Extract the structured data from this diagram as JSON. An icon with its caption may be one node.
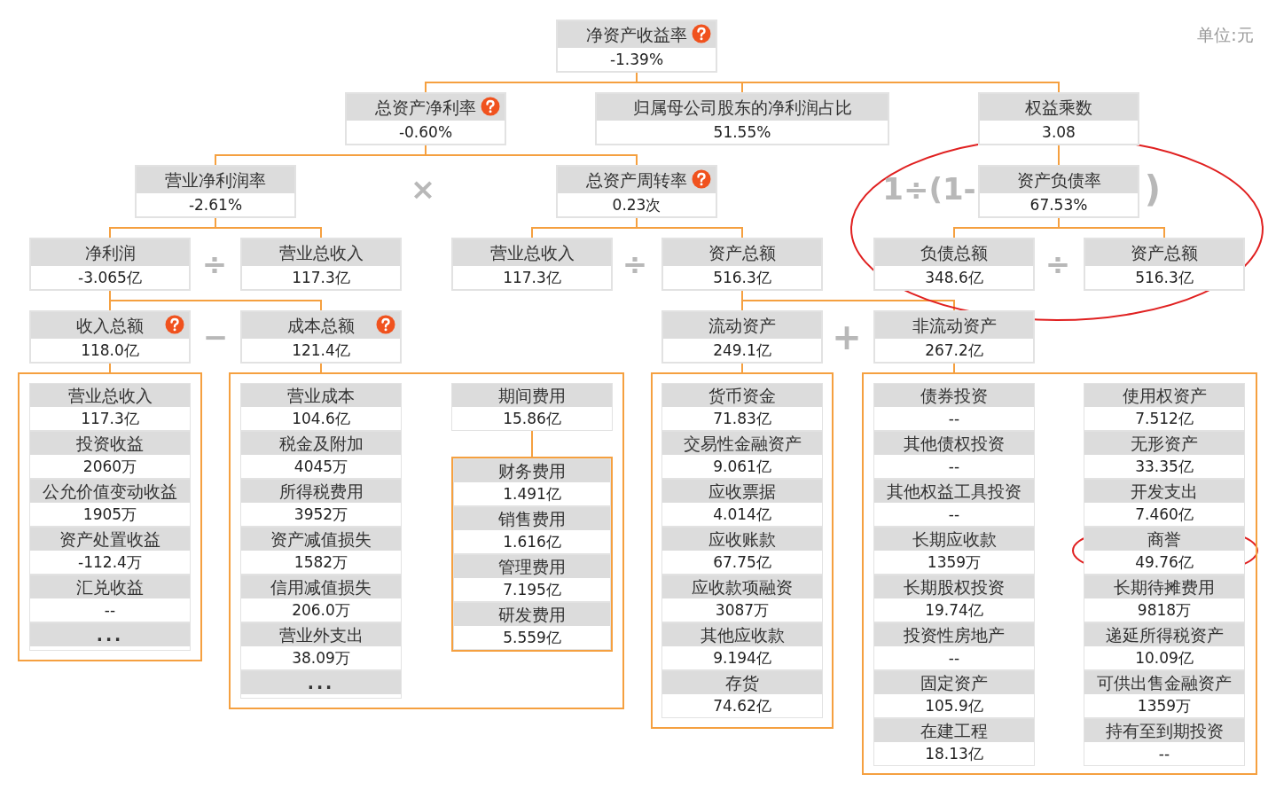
{
  "diagram": {
    "nodes": [
      {
        "text": [
          "净资产收益率",
          "-1.39%"
        ]
      },
      {
        "text": [
          "总资产净利率",
          "-0.60%"
        ]
      },
      {
        "text": [
          "归属母公司股东的净利润占比",
          "51.55%"
        ]
      },
      {
        "text": [
          "权益乘数",
          "3.08"
        ]
      },
      {
        "text": [
          "营业净利润率",
          "-2.61%"
        ]
      },
      {
        "text": [
          "总资产周转率",
          "0.23次"
        ]
      },
      {
        "text": [
          "资产负债率",
          "67.53%"
        ]
      },
      {
        "text": [
          "净利润",
          "-3.065亿"
        ]
      },
      {
        "text": [
          "营业总收入",
          "117.3亿"
        ]
      },
      {
        "text": [
          "营业总收入",
          "117.3亿"
        ]
      },
      {
        "text": [
          "资产总额",
          "516.3亿"
        ]
      },
      {
        "text": [
          "负债总额",
          "348.6亿"
        ]
      },
      {
        "text": [
          "资产总额",
          "516.3亿"
        ]
      },
      {
        "text": [
          "收入总额",
          "118.0亿"
        ]
      },
      {
        "text": [
          "成本总额",
          "121.4亿"
        ]
      },
      {
        "text": [
          "流动资产",
          "249.1亿"
        ]
      },
      {
        "text": [
          "非流动资产",
          "267.2亿"
        ]
      },
      {
        "text": [],
        "shape": "box"
      },
      {
        "text": [
          "营业总收入",
          "117.3亿"
        ],
        "in": 17
      },
      {
        "text": [
          "投资收益",
          "2060万"
        ],
        "in": 17
      },
      {
        "text": [
          "公允价值变动收益",
          "1905万"
        ],
        "in": 17
      },
      {
        "text": [
          "资产处置收益",
          "-112.4万"
        ],
        "in": 17
      },
      {
        "text": [
          "汇兑收益",
          "--"
        ],
        "in": 17
      },
      {
        "text": [
          "..."
        ],
        "in": 17
      },
      {
        "text": [],
        "shape": "box"
      },
      {
        "text": [
          "营业成本",
          "104.6亿"
        ],
        "in": 24
      },
      {
        "text": [
          "税金及附加",
          "4045万"
        ],
        "in": 24
      },
      {
        "text": [
          "所得税费用",
          "3952万"
        ],
        "in": 24
      },
      {
        "text": [
          "资产减值损失",
          "1582万"
        ],
        "in": 24
      },
      {
        "text": [
          "信用减值损失",
          "206.0万"
        ],
        "in": 24
      },
      {
        "text": [
          "营业外支出",
          "38.09万"
        ],
        "in": 24
      },
      {
        "text": [
          "..."
        ],
        "in": 24
      },
      {
        "text": [
          "期间费用",
          "15.86亿"
        ],
        "in": 24
      },
      {
        "text": [],
        "shape": "box",
        "in": 24
      },
      {
        "text": [
          "财务费用",
          "1.491亿"
        ],
        "in": 33
      },
      {
        "text": [
          "销售费用",
          "1.616亿"
        ],
        "in": 33
      },
      {
        "text": [
          "管理费用",
          "7.195亿"
        ],
        "in": 33
      },
      {
        "text": [
          "研发费用",
          "5.559亿"
        ],
        "in": 33
      },
      {
        "text": [],
        "shape": "box"
      },
      {
        "text": [
          "货币资金",
          "71.83亿"
        ],
        "in": 38
      },
      {
        "text": [
          "交易性金融资产",
          "9.061亿"
        ],
        "in": 38
      },
      {
        "text": [
          "应收票据",
          "4.014亿"
        ],
        "in": 38
      },
      {
        "text": [
          "应收账款",
          "67.75亿"
        ],
        "in": 38
      },
      {
        "text": [
          "应收款项融资",
          "3087万"
        ],
        "in": 38
      },
      {
        "text": [
          "其他应收款",
          "9.194亿"
        ],
        "in": 38
      },
      {
        "text": [
          "存货",
          "74.62亿"
        ],
        "in": 38
      },
      {
        "text": [],
        "shape": "box"
      },
      {
        "text": [
          "债券投资",
          "--"
        ],
        "in": 46
      },
      {
        "text": [
          "其他债权投资",
          "--"
        ],
        "in": 46
      },
      {
        "text": [
          "其他权益工具投资",
          "--"
        ],
        "in": 46
      },
      {
        "text": [
          "长期应收款",
          "1359万"
        ],
        "in": 46
      },
      {
        "text": [
          "长期股权投资",
          "19.74亿"
        ],
        "in": 46
      },
      {
        "text": [
          "投资性房地产",
          "--"
        ],
        "in": 46
      },
      {
        "text": [
          "固定资产",
          "105.9亿"
        ],
        "in": 46
      },
      {
        "text": [
          "在建工程",
          "18.13亿"
        ],
        "in": 46
      },
      {
        "text": [
          "使用权资产",
          "7.512亿"
        ],
        "in": 46
      },
      {
        "text": [
          "无形资产",
          "33.35亿"
        ],
        "in": 46
      },
      {
        "text": [
          "开发支出",
          "7.460亿"
        ],
        "in": 46
      },
      {
        "text": [
          "商誉",
          "49.76亿"
        ],
        "in": 46
      },
      {
        "text": [
          "长期待摊费用",
          "9818万"
        ],
        "in": 46
      },
      {
        "text": [
          "递延所得税资产",
          "10.09亿"
        ],
        "in": 46
      },
      {
        "text": [
          "可供出售金融资产",
          "1359万"
        ],
        "in": 46
      },
      {
        "text": [
          "持有至到期投资",
          "--"
        ],
        "in": 46
      }
    ],
    "edges": [
      {
        "from": 0,
        "to": 1,
        "arrow": "none"
      },
      {
        "from": 0,
        "to": 2,
        "arrow": "none"
      },
      {
        "from": 0,
        "to": 3,
        "arrow": "none"
      },
      {
        "from": 1,
        "to": 4,
        "arrow": "none"
      },
      {
        "from": 1,
        "to": 5,
        "arrow": "none"
      },
      {
        "from": 3,
        "to": 6,
        "arrow": "none"
      },
      {
        "from": 4,
        "to": 7,
        "arrow": "none"
      },
      {
        "from": 4,
        "to": 8,
        "arrow": "none"
      },
      {
        "from": 5,
        "to": 9,
        "arrow": "none"
      },
      {
        "from": 5,
        "to": 10,
        "arrow": "none"
      },
      {
        "from": 6,
        "to": 11,
        "arrow": "none"
      },
      {
        "from": 6,
        "to": 12,
        "arrow": "none"
      },
      {
        "from": 7,
        "to": 13,
        "arrow": "none"
      },
      {
        "from": 7,
        "to": 14,
        "arrow": "none"
      },
      {
        "from": 10,
        "to": 15,
        "arrow": "none"
      },
      {
        "from": 10,
        "to": 16,
        "arrow": "none"
      },
      {
        "from": 13,
        "to": 17,
        "arrow": "none"
      },
      {
        "from": 14,
        "to": 24,
        "arrow": "none"
      },
      {
        "from": 15,
        "to": 38,
        "arrow": "none"
      },
      {
        "from": 16,
        "to": 46,
        "arrow": "none"
      },
      {
        "from": 32,
        "to": 33,
        "arrow": "none"
      }
    ],
    "labels": [
      "单位:元",
      "×",
      "1÷(1-",
      ")",
      "÷",
      "÷",
      "÷",
      "−",
      "+"
    ]
  }
}
